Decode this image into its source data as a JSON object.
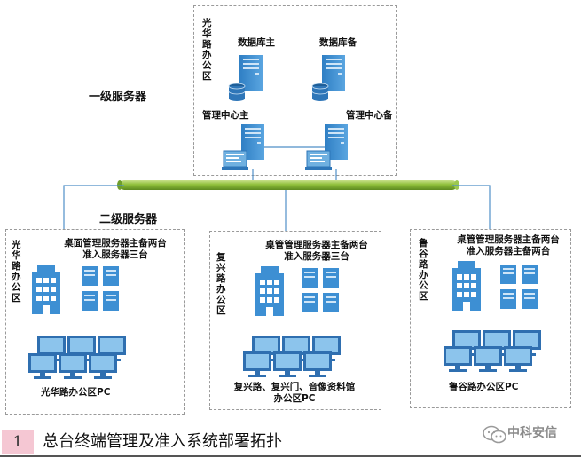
{
  "tier1": {
    "heading": "一级服务器",
    "region_label": "光华路办公区",
    "db_primary": "数据库主",
    "db_backup": "数据库备",
    "mgmt_primary": "管理中心主",
    "mgmt_backup": "管理中心备"
  },
  "tier2": {
    "heading": "二级服务器"
  },
  "regions": [
    {
      "name": "光华路办公区",
      "servers_line1": "桌面管理服务器主备两台",
      "servers_line2": "准入服务器三台",
      "pc_label": "光华路办公区PC"
    },
    {
      "name": "复兴路办公区",
      "servers_line1": "桌管管理服务器主备两台",
      "servers_line2": "准入服务器三台",
      "pc_label_line1": "复兴路、复兴门、音像资料馆",
      "pc_label_line2": "办公区PC"
    },
    {
      "name": "鲁谷路办公区",
      "servers_line1": "桌管管理服务器主备两台",
      "servers_line2": "准入服务器主备两台",
      "pc_label": "鲁谷路办公区PC"
    }
  ],
  "caption": {
    "number": "1",
    "title": "总台终端管理及准入系统部署拓扑"
  },
  "watermark": {
    "text": "中科安信",
    "icon": "wechat-icon"
  },
  "colors": {
    "server_blue": "#3d8fd3",
    "server_light": "#7fb8e6",
    "backbone_green": "#8fbf3a",
    "line_blue": "#4f8fc8"
  }
}
